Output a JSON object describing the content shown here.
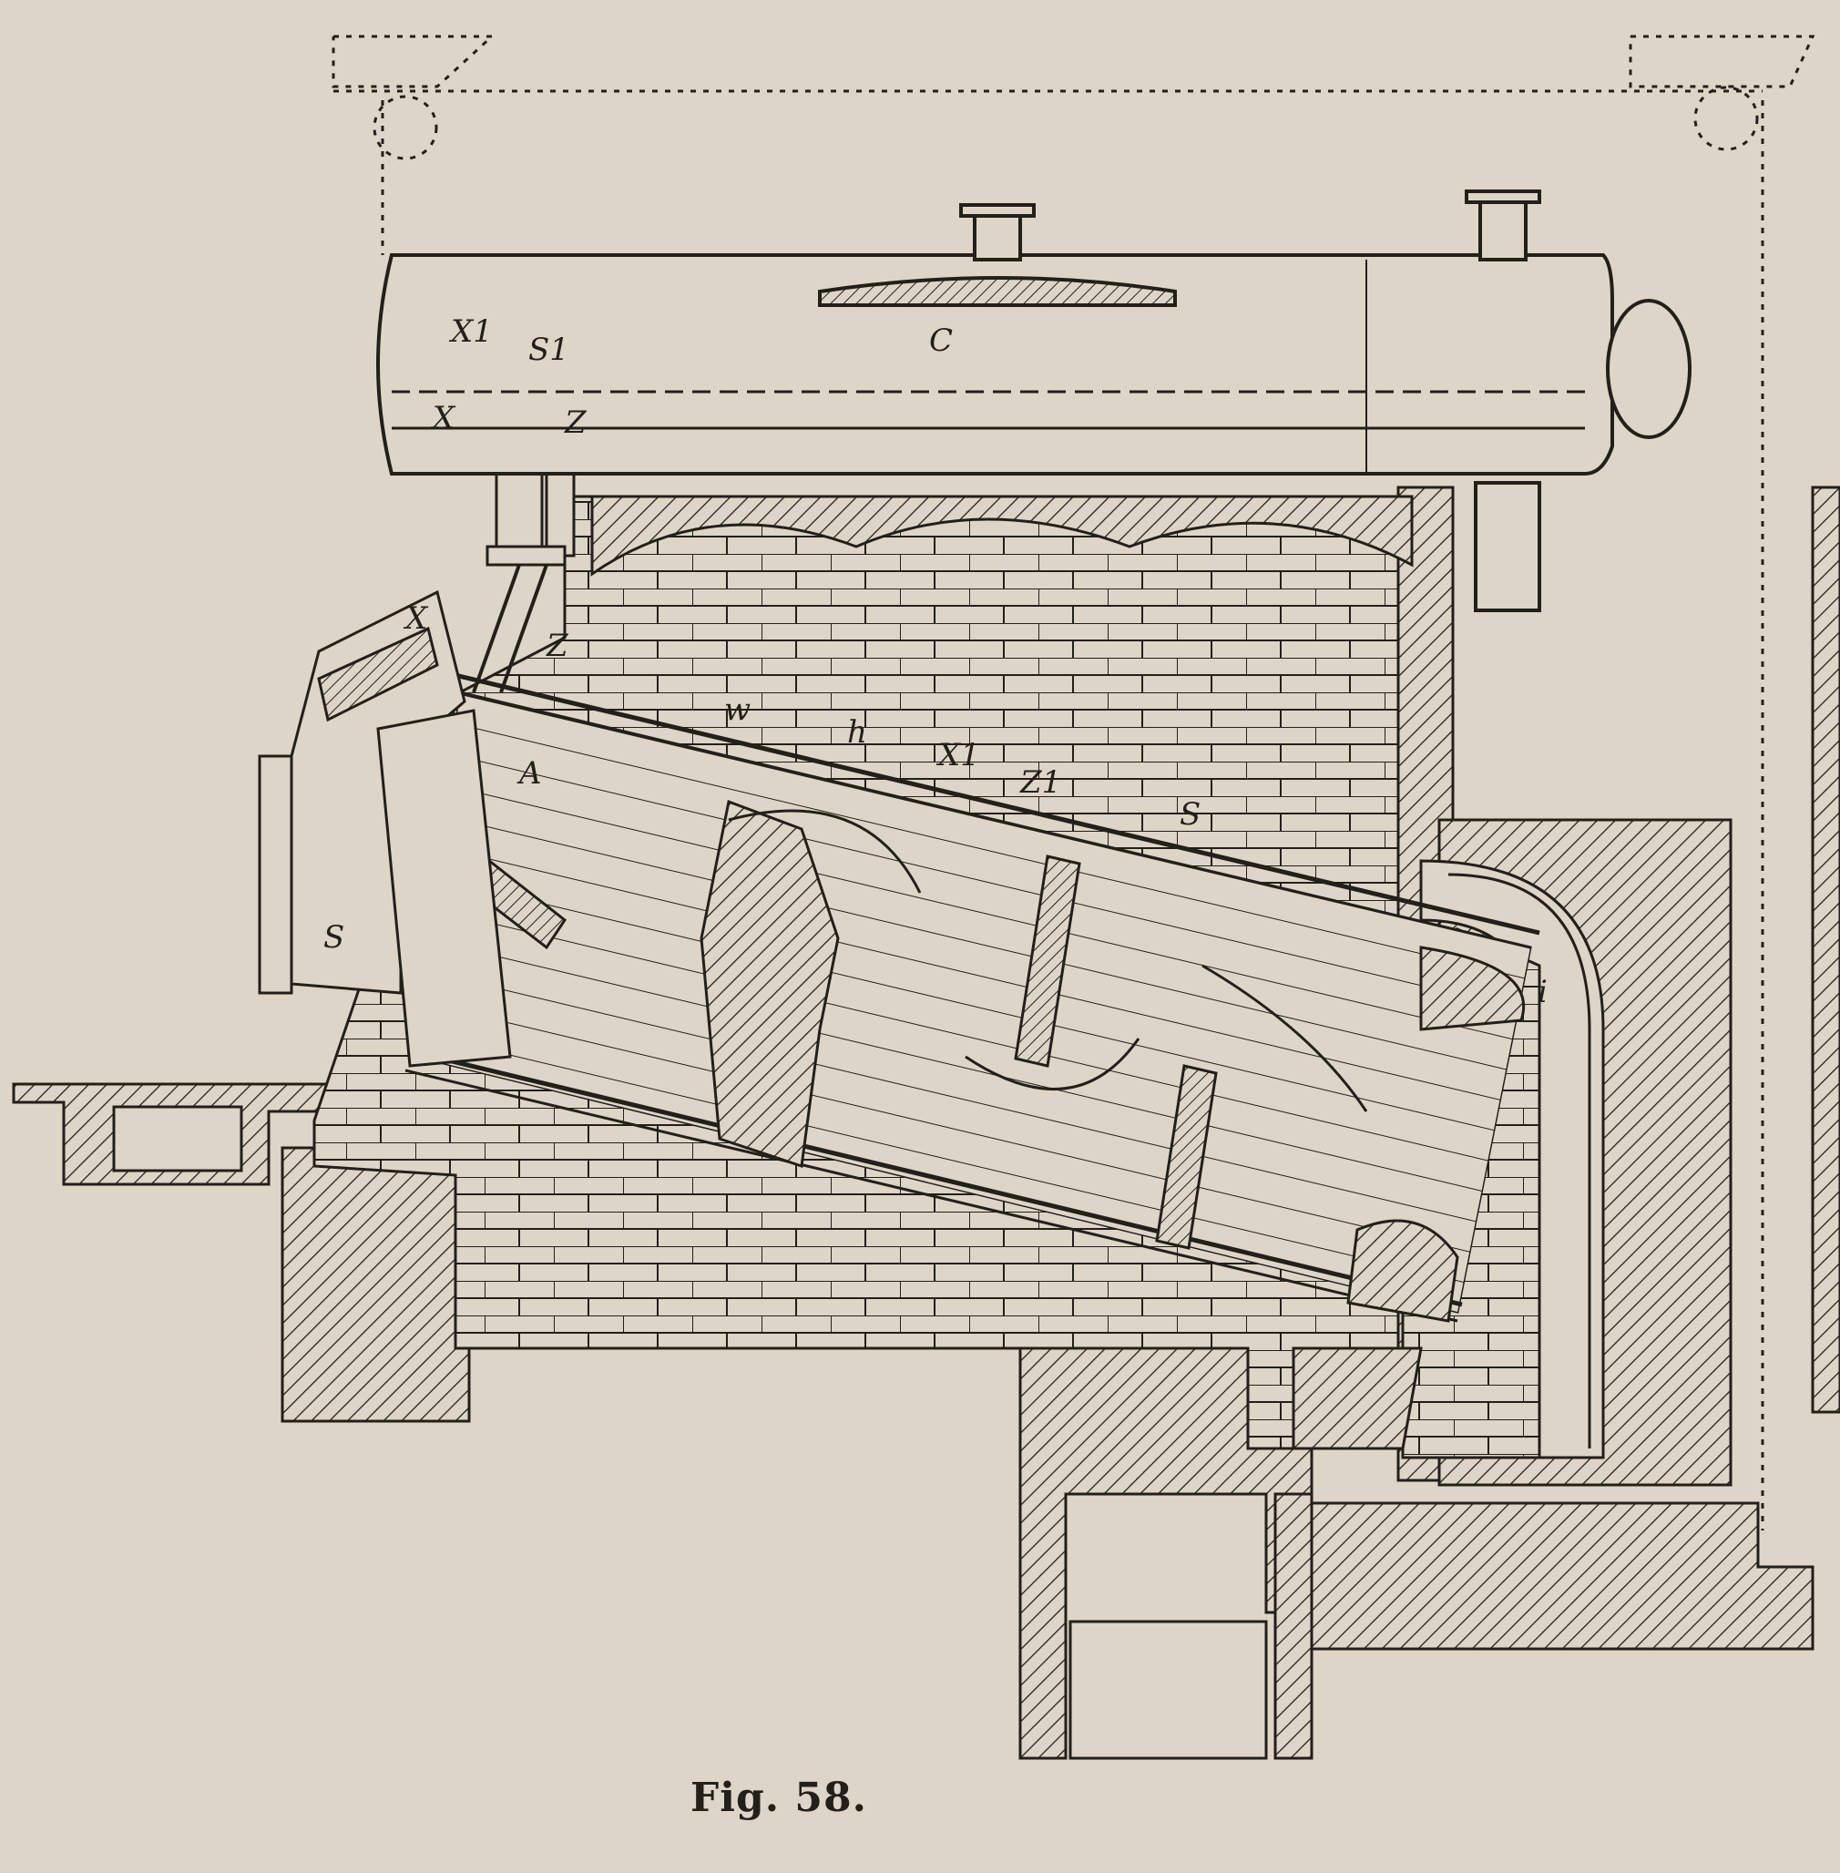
{
  "caption": "Fig. 58.",
  "labels": {
    "c": "C",
    "x1": "X1",
    "s1_top": "S1",
    "x_tube": "X",
    "z_top": "Z",
    "x_left": "X",
    "z_mid": "Z",
    "w": "w",
    "h": "h",
    "x1_mid": "X1",
    "z1_mid": "Z1",
    "s_right": "S",
    "a": "A",
    "s_bottom": "S",
    "i": "i"
  },
  "colors": {
    "paper": "#ddd6c8",
    "ink": "#231f1a"
  }
}
